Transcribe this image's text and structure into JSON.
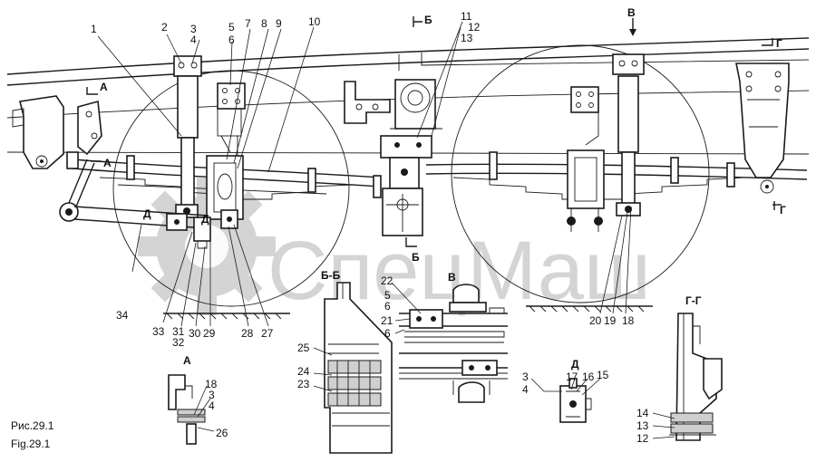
{
  "figure": {
    "caption_ru": "Рис.29.1",
    "caption_en": "Fig.29.1"
  },
  "watermark": {
    "text": "СпецМаш",
    "color": "#c6c6c6"
  },
  "section_labels": {
    "A_top": "А",
    "A_mid": "А",
    "B_top": "Б",
    "B_bottom": "Б",
    "V_top": "В",
    "G_top": "Г",
    "G_bottom": "Г",
    "D_left": "Д",
    "D_right": "Д",
    "view_BB": "Б-Б",
    "view_V": "В",
    "view_D": "Д",
    "view_GG": "Г-Г",
    "view_A": "А"
  },
  "callouts": {
    "n1": "1",
    "n2": "2",
    "n3": "3",
    "n4": "4",
    "n5": "5",
    "n6": "6",
    "n7": "7",
    "n8": "8",
    "n9": "9",
    "n10": "10",
    "n11": "11",
    "n12": "12",
    "n13": "13",
    "n34": "34",
    "n33": "33",
    "n31": "31",
    "n32": "32",
    "n30": "30",
    "n29": "29",
    "n28": "28",
    "n27": "27",
    "n20": "20",
    "n19": "19",
    "n18": "18",
    "bb_25": "25",
    "bb_24": "24",
    "bb_23": "23",
    "v_22": "22",
    "v_5": "5",
    "v_6a": "6",
    "v_21": "21",
    "v_6b": "6",
    "d_3": "3",
    "d_4": "4",
    "d_17": "17",
    "d_16": "16",
    "d_15": "15",
    "gg_14": "14",
    "gg_13": "13",
    "gg_12": "12",
    "a_18": "18",
    "a_3": "3",
    "a_4": "4",
    "a_26": "26"
  }
}
